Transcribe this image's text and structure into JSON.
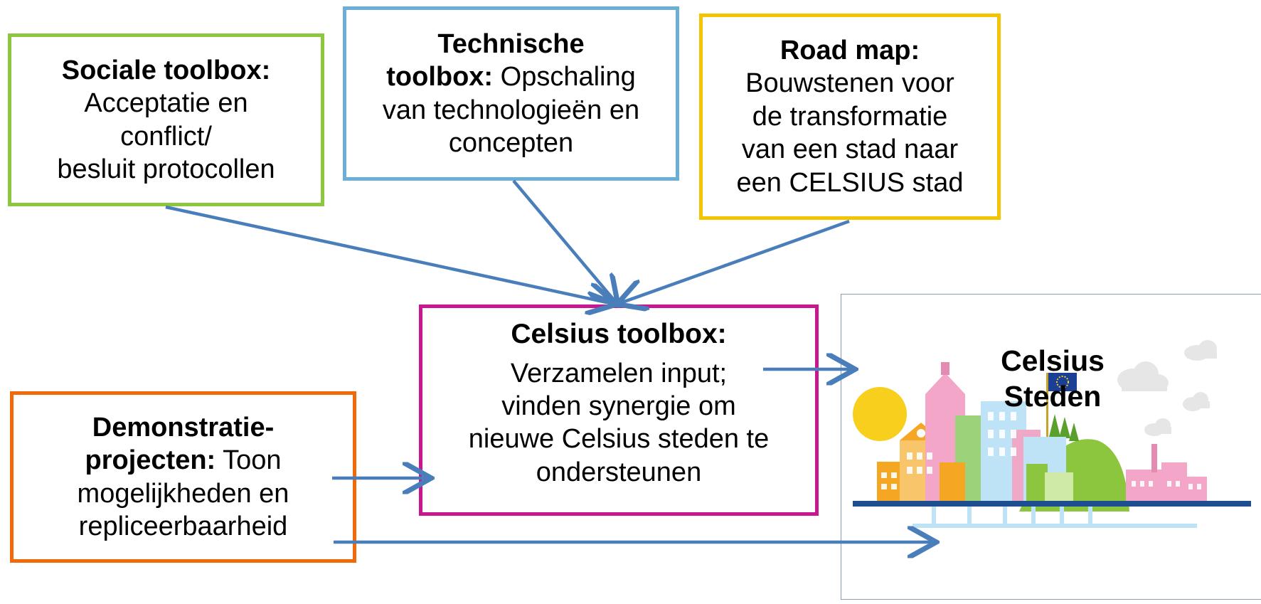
{
  "boxes": {
    "sociale": {
      "title": "Sociale toolbox:",
      "line1": "Acceptatie en",
      "line2": "conflict/",
      "line3": "besluit protocollen"
    },
    "technische": {
      "title": "Technische",
      "title2": "toolbox:",
      "rest": " Opschaling",
      "line2": "van technologieën en",
      "line3": "concepten"
    },
    "roadmap": {
      "title": "Road map:",
      "line1": "Bouwstenen voor",
      "line2": "de transformatie",
      "line3": "van een stad naar",
      "line4": "een CELSIUS stad"
    },
    "celsius": {
      "title": "Celsius toolbox:",
      "line1": "Verzamelen input;",
      "line2": "vinden synergie om",
      "line3": "nieuwe Celsius steden te",
      "line4": "ondersteunen"
    },
    "demo": {
      "title": "Demonstratie-",
      "title2": "projecten:",
      "rest": " Toon",
      "line2": "mogelijkheden en",
      "line3": "repliceerbaarheid"
    }
  },
  "city": {
    "title1": "Celsius",
    "title2": "Steden"
  },
  "colors": {
    "sociale": "#8dc63f",
    "technische": "#6baed6",
    "roadmap": "#f5c400",
    "celsius": "#c8178f",
    "demo": "#f06a0a",
    "arrow": "#4a7ebb"
  }
}
